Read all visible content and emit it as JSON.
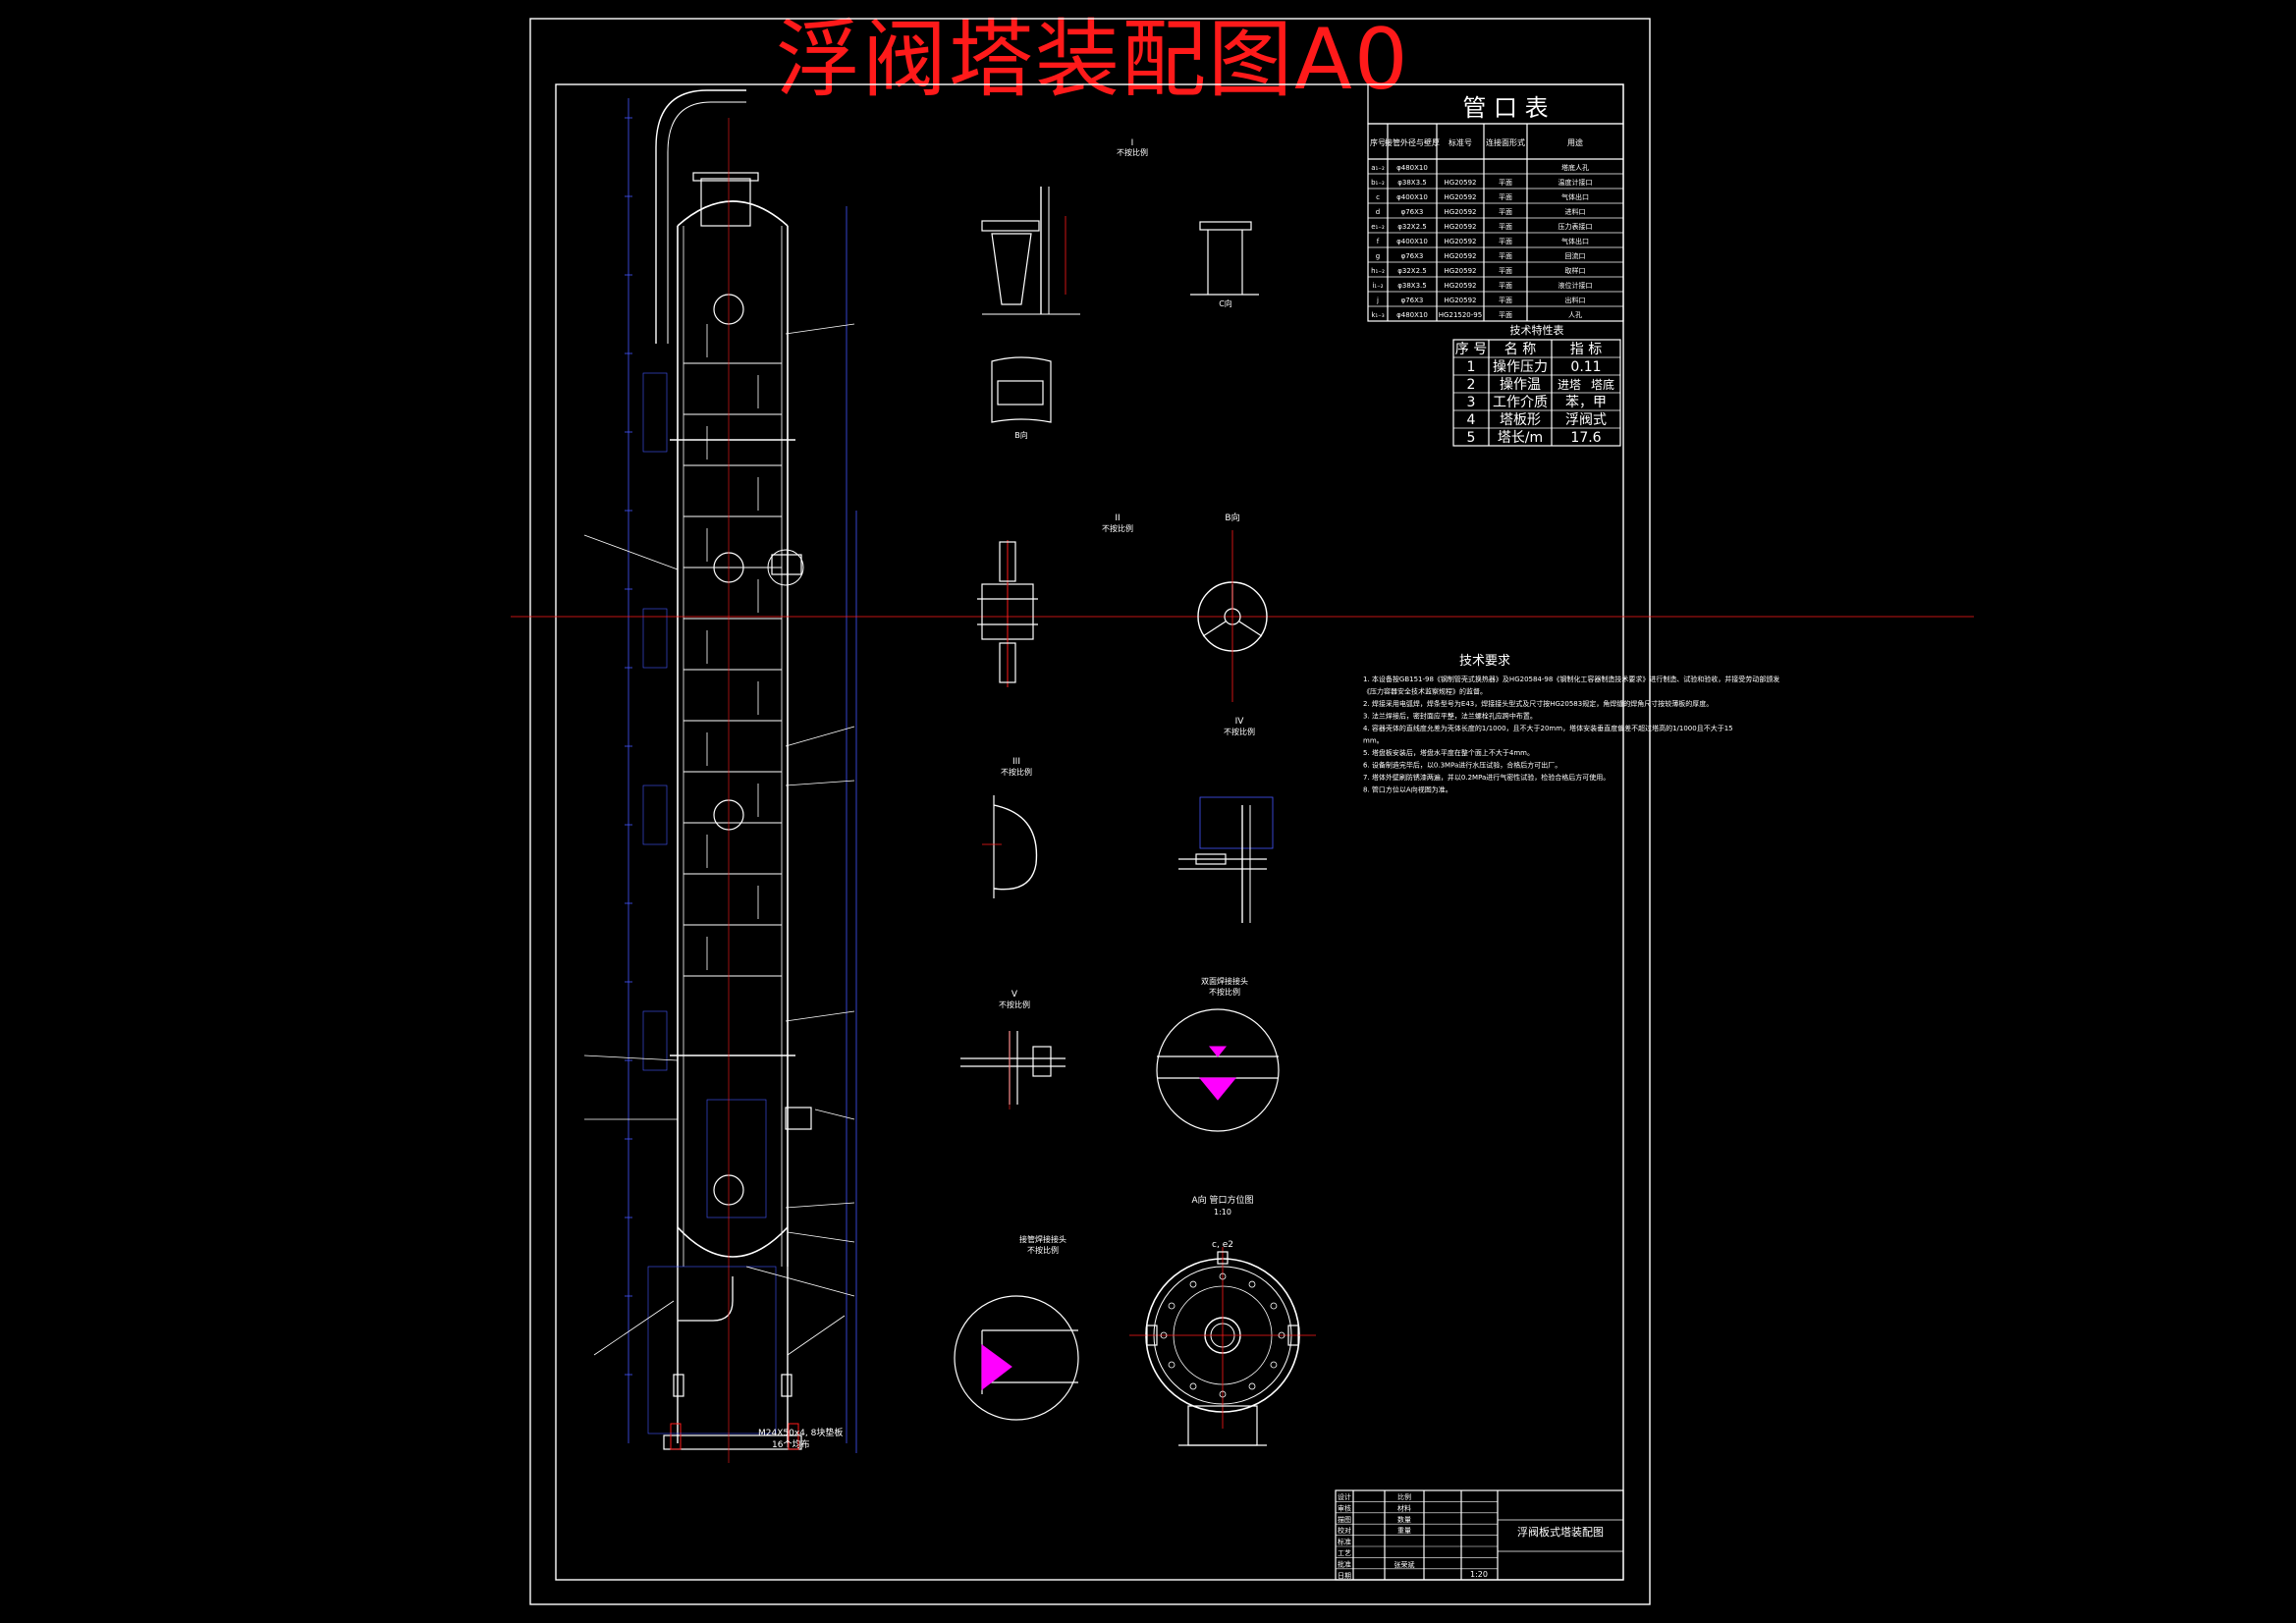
{
  "title": "浮阀塔装配图A0",
  "nozzle_table": {
    "title": "管 口 表",
    "headers": [
      "序号",
      "接管外径与壁厚",
      "标准号",
      "连接面形式",
      "用途"
    ],
    "rows": [
      [
        "a₁₋₂",
        "φ480X10",
        "",
        "",
        "塔底人孔"
      ],
      [
        "b₁₋₂",
        "φ38X3.5",
        "HG20592",
        "平面",
        "温度计接口"
      ],
      [
        "c",
        "φ400X10",
        "HG20592",
        "平面",
        "气体出口"
      ],
      [
        "d",
        "φ76X3",
        "HG20592",
        "平面",
        "进料口"
      ],
      [
        "e₁₋₂",
        "φ32X2.5",
        "HG20592",
        "平面",
        "压力表接口"
      ],
      [
        "f",
        "φ400X10",
        "HG20592",
        "平面",
        "气体出口"
      ],
      [
        "g",
        "φ76X3",
        "HG20592",
        "平面",
        "回流口"
      ],
      [
        "h₁₋₂",
        "φ32X2.5",
        "HG20592",
        "平面",
        "取样口"
      ],
      [
        "i₁₋₂",
        "φ38X3.5",
        "HG20592",
        "平面",
        "液位计接口"
      ],
      [
        "j",
        "φ76X3",
        "HG20592",
        "平面",
        "出料口"
      ],
      [
        "k₁₋₃",
        "φ480X10",
        "HG21520-95",
        "平面",
        "人孔"
      ]
    ]
  },
  "tech_table": {
    "title": "技术特性表",
    "headers": [
      "序 号",
      "名 称",
      "指 标"
    ],
    "rows": [
      [
        "1",
        "操作压力",
        "0.11"
      ],
      [
        "2",
        "操作温",
        "进塔",
        "塔底"
      ],
      [
        "3",
        "工作介质",
        "苯，甲"
      ],
      [
        "4",
        "塔板形",
        "浮阀式"
      ],
      [
        "5",
        "塔长/m",
        "17.6"
      ]
    ]
  },
  "requirements": {
    "title": "技术要求",
    "lines": [
      "1. 本设备按GB151-98《钢制管壳式换热器》及HG20584-98《钢制化工容器制造技术要求》进行制造、试验和验收，并接受劳动部颁发",
      "   《压力容器安全技术监察规程》的监督。",
      "2. 焊接采用电弧焊，焊条型号为E43，焊接接头型式及尺寸按HG20583规定，角焊缝的焊角尺寸按较薄板的厚度。",
      "3. 法兰焊接后，密封面应平整，法兰螺栓孔应跨中布置。",
      "4. 容器壳体的直线度允差为壳体长度的1/1000，且不大于20mm，塔体安装垂直度偏差不超过塔高的1/1000且不大于15",
      "   mm。",
      "5. 塔盘板安装后，塔盘水平度在整个面上不大于4mm。",
      "6. 设备制造完毕后，以0.3MPa进行水压试验，合格后方可出厂。",
      "7. 塔体外壁刷防锈漆两遍，并以0.2MPa进行气密性试验，检验合格后方可使用。",
      "8. 管口方位以A向视图为准。"
    ]
  },
  "title_block": {
    "drawing_name": "浮阀板式塔装配图",
    "scale": "1:20",
    "labels": [
      "设计",
      "审核",
      "描图",
      "校对",
      "标准",
      "工艺",
      "批准",
      "日期"
    ],
    "header_cells": [
      "比例",
      "材料",
      "数量",
      "重量"
    ],
    "designer": "张荣斌"
  },
  "views": {
    "detail_1": "I",
    "detail_1_note": "不按比例",
    "detail_c": "C向",
    "detail_b": "B向",
    "detail_2": "II",
    "detail_2_note": "不按比例",
    "detail_b2": "B向",
    "detail_3": "III",
    "detail_3_note": "不按比例",
    "detail_4": "IV",
    "detail_4_note": "不按比例",
    "detail_5": "V",
    "detail_5_note": "不按比例",
    "detail_weld1": "双面焊接接头",
    "detail_weld1_note": "不按比例",
    "detail_weld2": "接管焊接接头",
    "detail_weld2_note": "不按比例",
    "view_a": "A向  管口方位图",
    "view_a_scale": "1:10",
    "view_a_top": "c, e2",
    "bolt_note": "M24X50x4, 8块垫板",
    "bolt_note2": "16个均布"
  },
  "colors": {
    "line": "#ffffff",
    "accent": "#ff1a1a",
    "fill": "#ff00ff",
    "dim": "#4455ff",
    "frame": "#ffffff"
  }
}
